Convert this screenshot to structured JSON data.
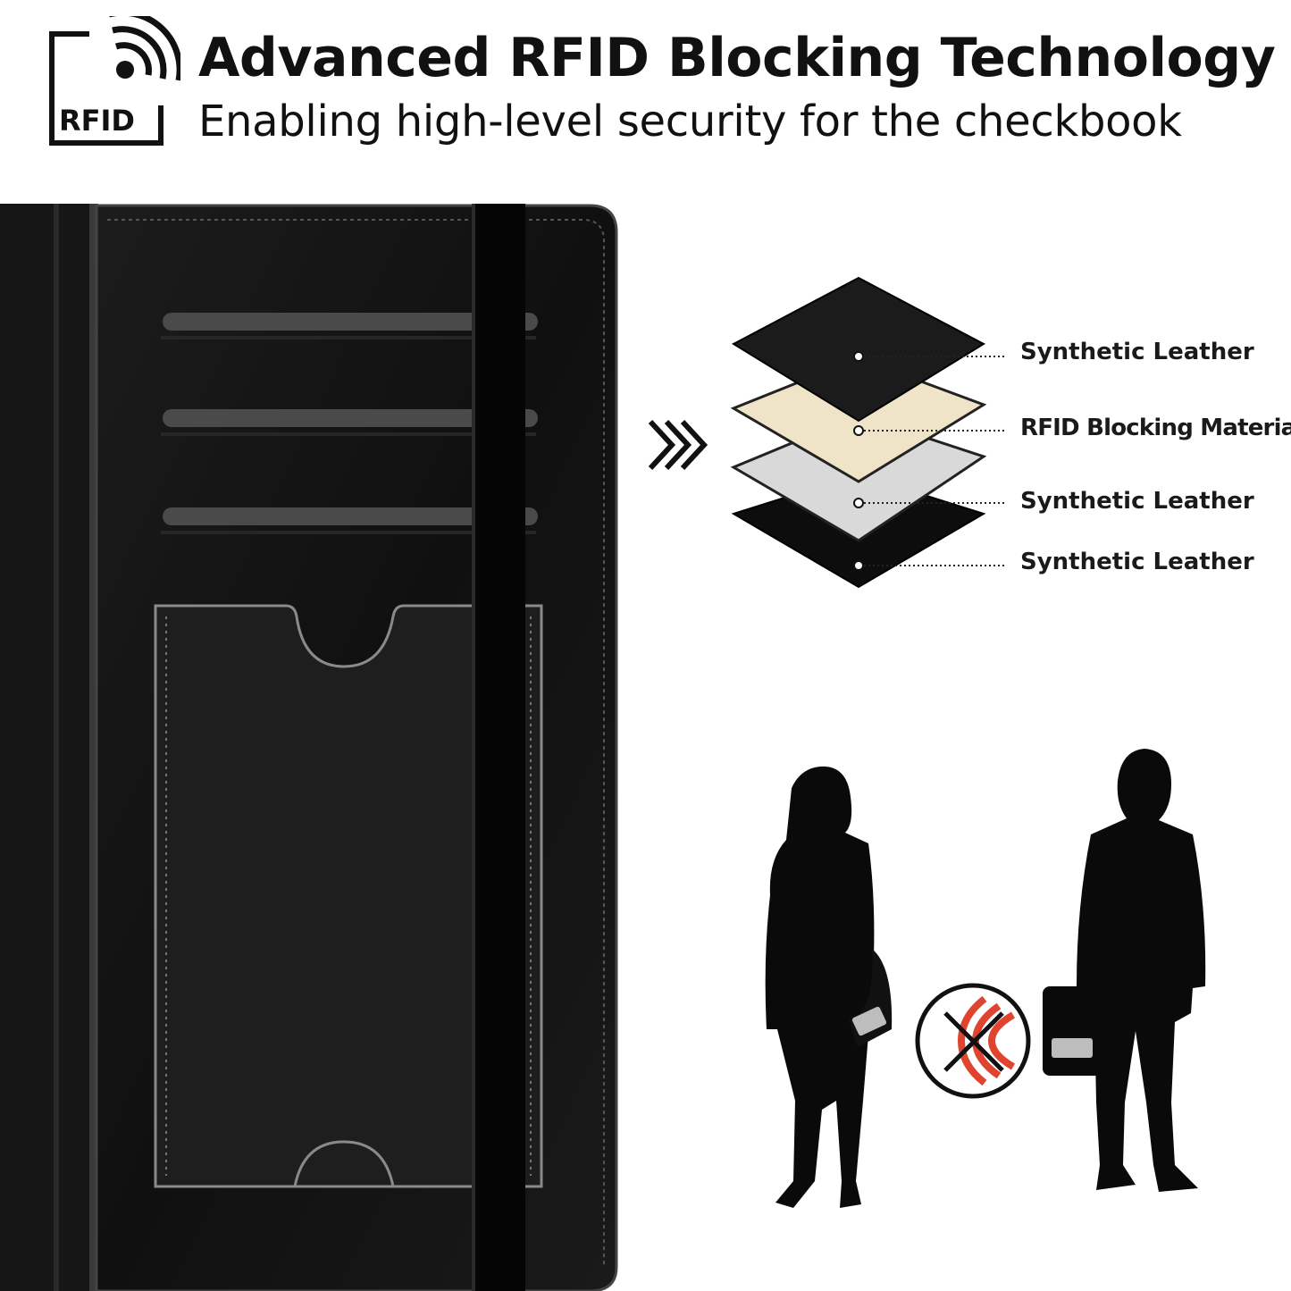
{
  "header": {
    "logo_text": "RFID",
    "title": "Advanced RFID Blocking Technology",
    "subtitle": "Enabling high-level security for the checkbook"
  },
  "layers": [
    {
      "label": "Synthetic Leather",
      "color": "#1b1b1b"
    },
    {
      "label": "RFID Blocking Material",
      "color": "#efe3c8"
    },
    {
      "label": "Synthetic Leather",
      "color": "#d9d9d9"
    },
    {
      "label": "Synthetic Leather",
      "color": "#0d0d0d"
    }
  ],
  "icons": {
    "logo": "rfid-logo-icon",
    "arrow": "triple-chevron-right-icon",
    "blocked": "blocked-signal-icon"
  },
  "colors": {
    "wallet": "#141414",
    "signal_red": "#e0442f"
  }
}
